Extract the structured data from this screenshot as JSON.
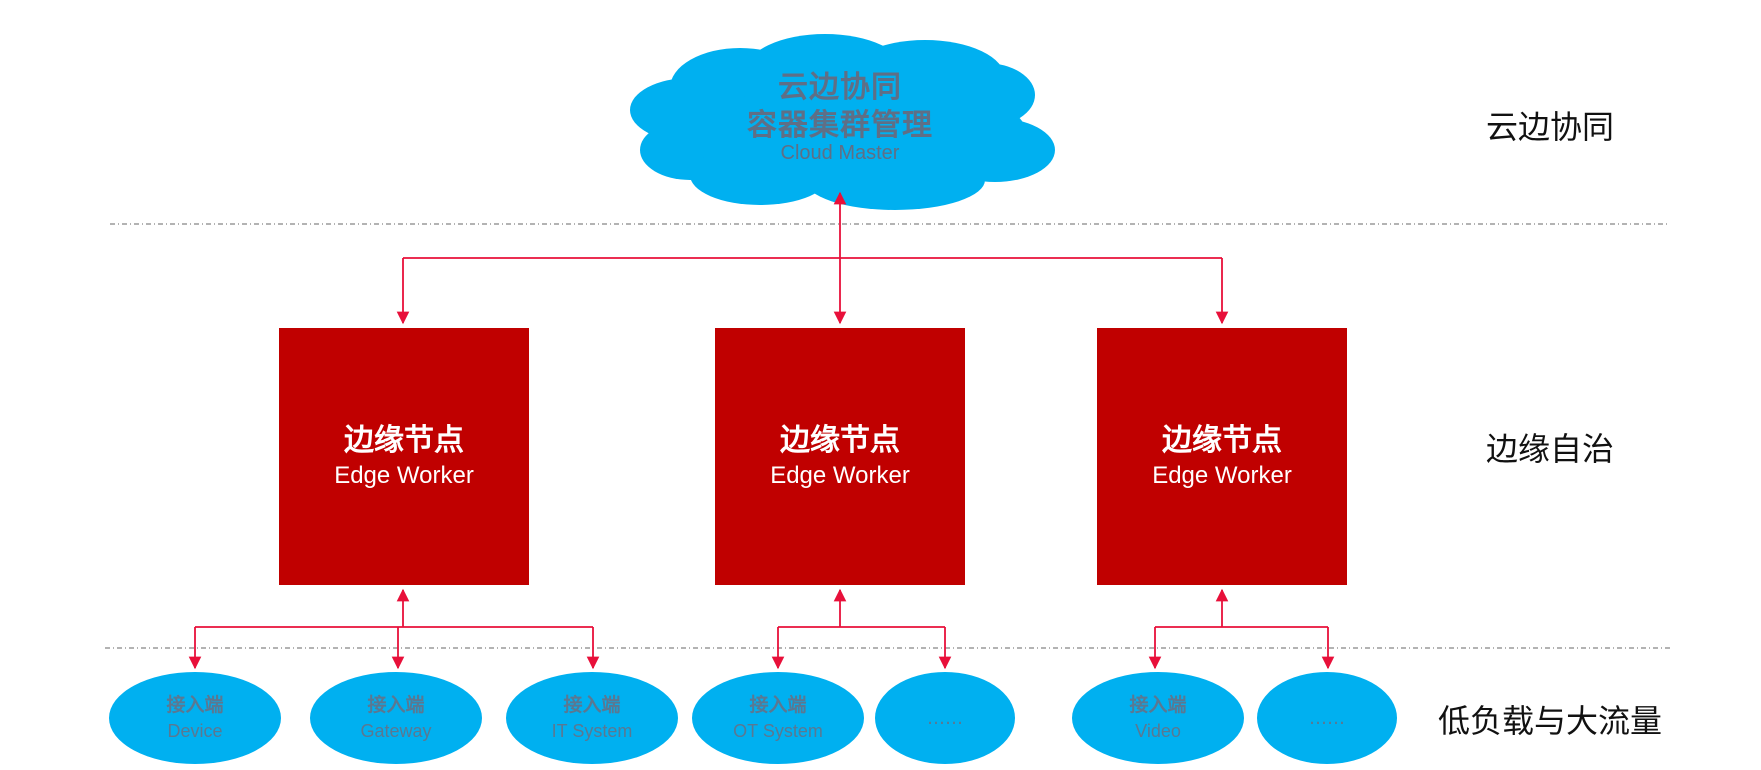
{
  "cloud": {
    "line1": "云边协同",
    "line2": "容器集群管理",
    "line3": "Cloud Master"
  },
  "layers": {
    "cloud_label": "云边协同",
    "edge_label": "边缘自治",
    "device_label": "低负载与大流量"
  },
  "edge_workers": [
    {
      "zh": "边缘节点",
      "en": "Edge Worker"
    },
    {
      "zh": "边缘节点",
      "en": "Edge Worker"
    },
    {
      "zh": "边缘节点",
      "en": "Edge Worker"
    }
  ],
  "endpoints": [
    {
      "zh": "接入端",
      "en": "Device"
    },
    {
      "zh": "接入端",
      "en": "Gateway"
    },
    {
      "zh": "接入端",
      "en": "IT System"
    },
    {
      "zh": "接入端",
      "en": "OT System"
    },
    {
      "zh": "",
      "en": "……"
    },
    {
      "zh": "接入端",
      "en": "Video"
    },
    {
      "zh": "",
      "en": "……"
    }
  ],
  "colors": {
    "cloud": "#00b0f0",
    "edge_box": "#c00000",
    "connector": "#e8103a",
    "endpoint": "#00b0f0",
    "divider": "#9a9a9a"
  }
}
